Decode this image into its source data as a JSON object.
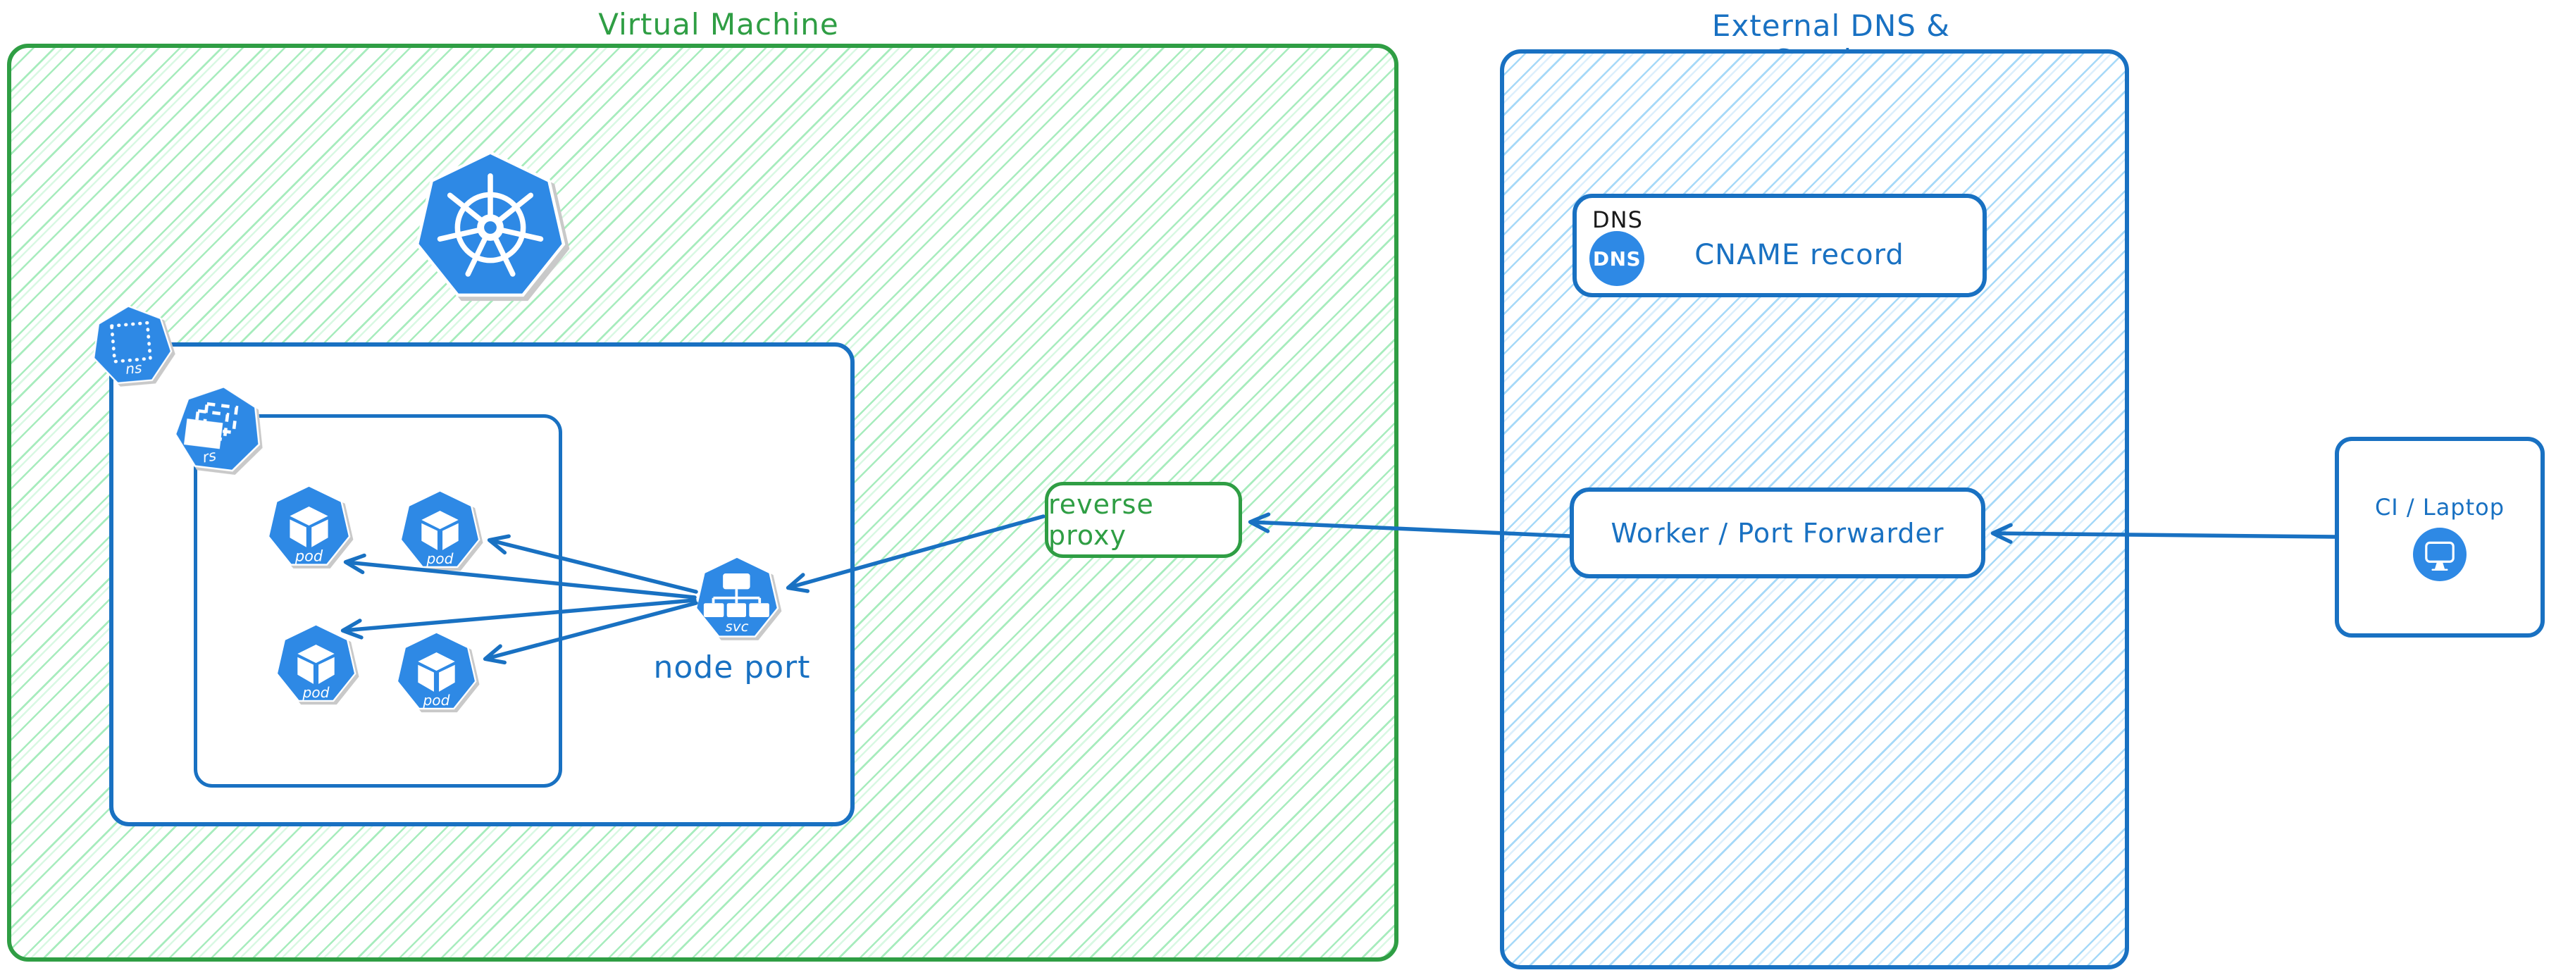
{
  "colors": {
    "green": "#2f9e44",
    "green-hatch": "#a7ecbd",
    "green-hatch-light": "#d9f8e3",
    "blue": "#1971c2",
    "blue-hatch": "#a6d9f8",
    "blue-hatch-light": "#dceffc",
    "icon-blue": "#2e89e5",
    "ink": "#1a1a1a"
  },
  "vm": {
    "title": "Virtual Machine",
    "node_port_label": "node port",
    "reverse_proxy_label": "reverse proxy",
    "icons": {
      "namespace": "ns",
      "replicaset": "rs",
      "pod": "pod",
      "service": "svc"
    }
  },
  "external": {
    "title": "External DNS & Service",
    "dns": {
      "header": "DNS",
      "badge": "DNS",
      "label": "CNAME record"
    },
    "worker": {
      "label": "Worker / Port Forwarder"
    }
  },
  "client": {
    "label": "CI / Laptop"
  }
}
